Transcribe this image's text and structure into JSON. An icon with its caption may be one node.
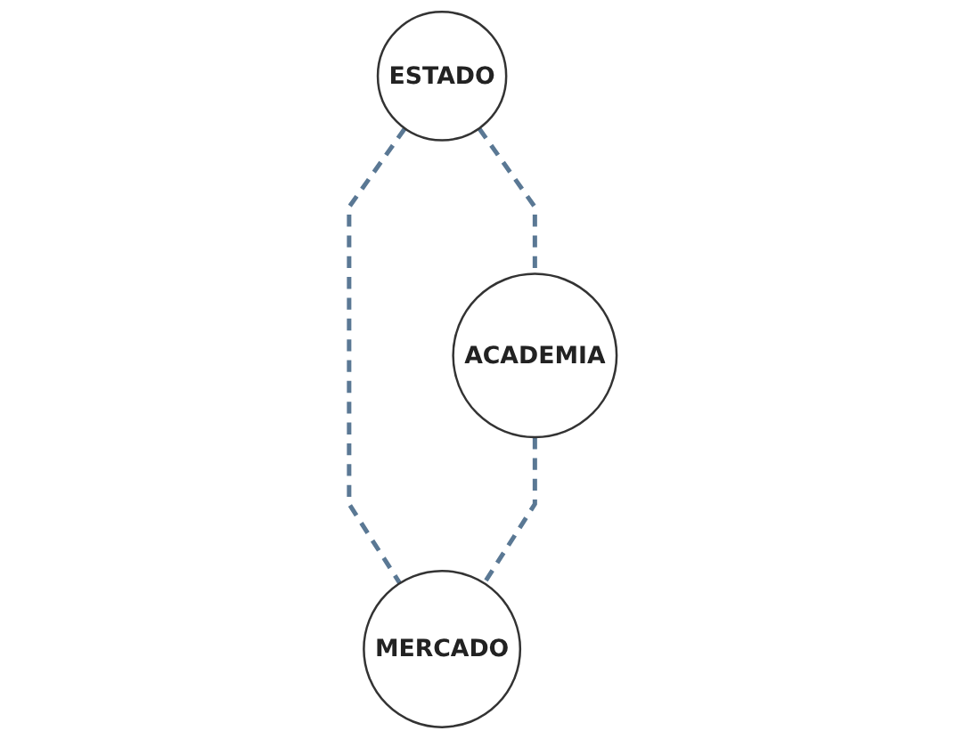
{
  "diagram": {
    "nodes": [
      {
        "text": [
          "ESTADO"
        ]
      },
      {
        "text": [
          "ACADEMIA"
        ]
      },
      {
        "text": [
          "MERCADO"
        ]
      }
    ],
    "edges": [
      {
        "from": 0,
        "to": 1,
        "arrow": "none",
        "style": "dashed"
      },
      {
        "from": 0,
        "to": 2,
        "arrow": "none",
        "style": "dashed"
      },
      {
        "from": 1,
        "to": 2,
        "arrow": "none",
        "style": "dashed"
      }
    ]
  }
}
